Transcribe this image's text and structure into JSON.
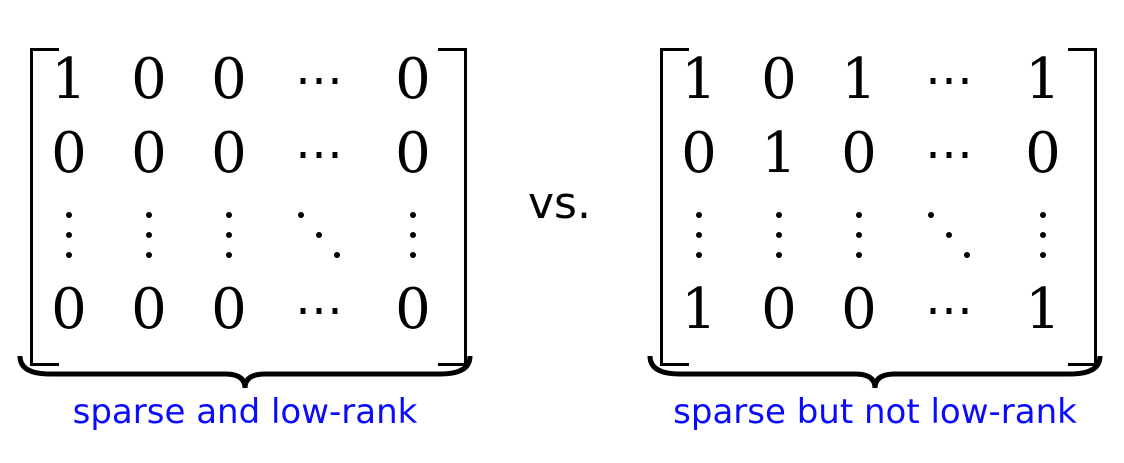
{
  "left_matrix": {
    "rows": [
      [
        "1",
        "0",
        "0",
        "⋯",
        "0"
      ],
      [
        "0",
        "0",
        "0",
        "⋯",
        "0"
      ],
      [
        "⋮",
        "⋮",
        "⋮",
        "⋱",
        "⋮"
      ],
      [
        "0",
        "0",
        "0",
        "⋯",
        "0"
      ]
    ],
    "caption": "sparse and low-rank"
  },
  "separator": "vs.",
  "right_matrix": {
    "rows": [
      [
        "1",
        "0",
        "1",
        "⋯",
        "1"
      ],
      [
        "0",
        "1",
        "0",
        "⋯",
        "0"
      ],
      [
        "⋮",
        "⋮",
        "⋮",
        "⋱",
        "⋮"
      ],
      [
        "1",
        "0",
        "0",
        "⋯",
        "1"
      ]
    ],
    "caption": "sparse but not low-rank"
  },
  "colors": {
    "caption": "#0a0aff",
    "text": "#000000"
  }
}
